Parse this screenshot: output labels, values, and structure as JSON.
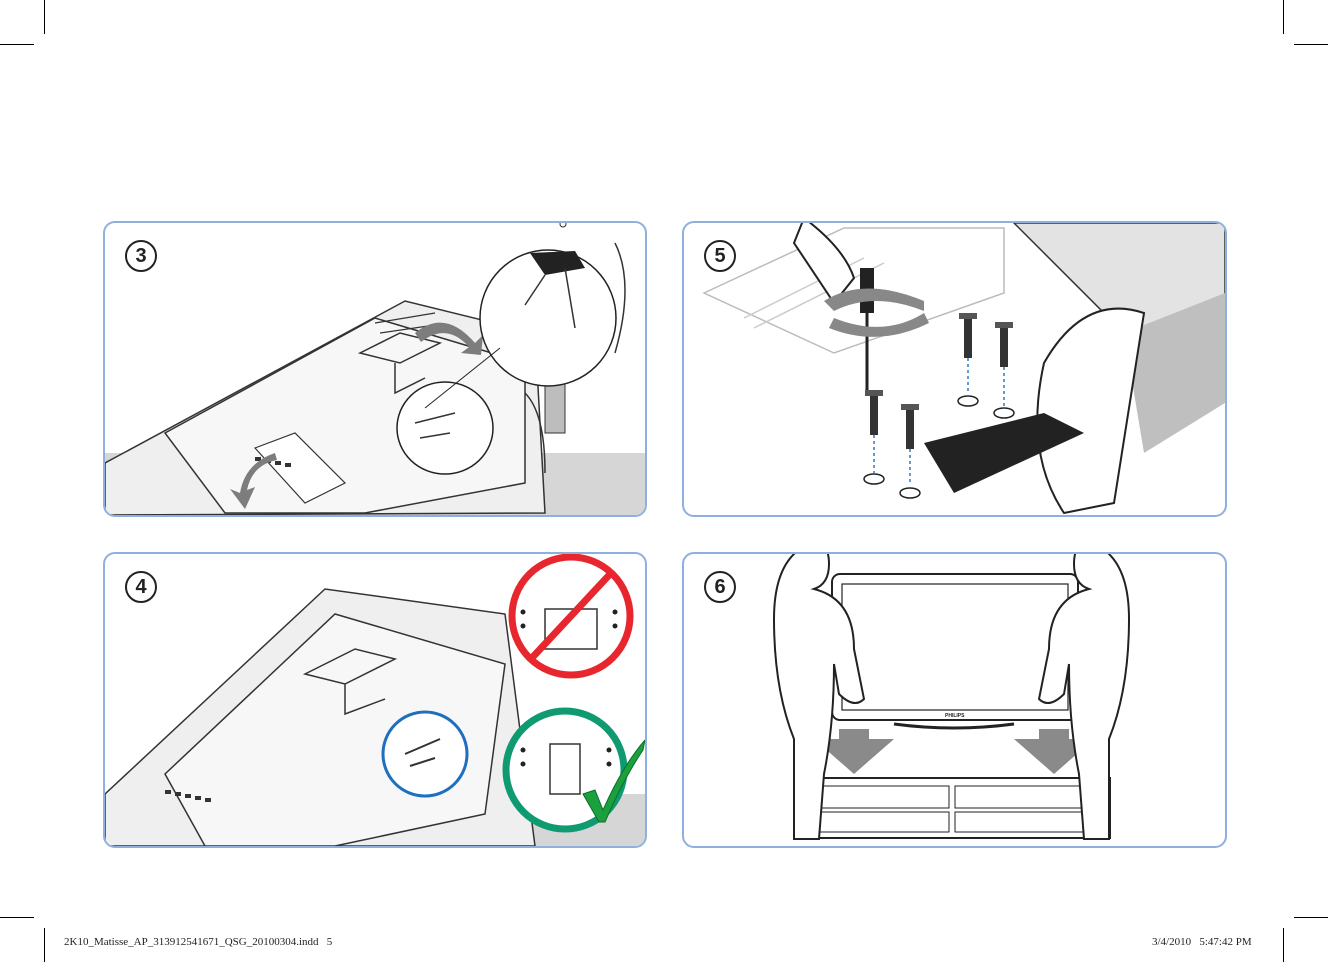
{
  "steps": [
    {
      "number": "3"
    },
    {
      "number": "5"
    },
    {
      "number": "4"
    },
    {
      "number": "6"
    }
  ],
  "brand_logo": "PHILIPS",
  "slug": {
    "file_name": "2K10_Matisse_AP_313912541671_QSG_20100304.indd   5",
    "timestamp": "3/4/2010   5:47:42 PM"
  },
  "colors": {
    "panel_border": "#8fb0de",
    "prohibited": "#e8262e",
    "correct": "#0f9a72",
    "check_mark": "#1aa03c",
    "highlight": "#1f6fc0",
    "screw_arrow": "#2f78c8",
    "motion_arrow": "#8a8a8a"
  },
  "icons": [
    "prohibited-sign-icon",
    "checkmark-icon",
    "rotate-arrow-icon",
    "down-arrow-icon"
  ]
}
